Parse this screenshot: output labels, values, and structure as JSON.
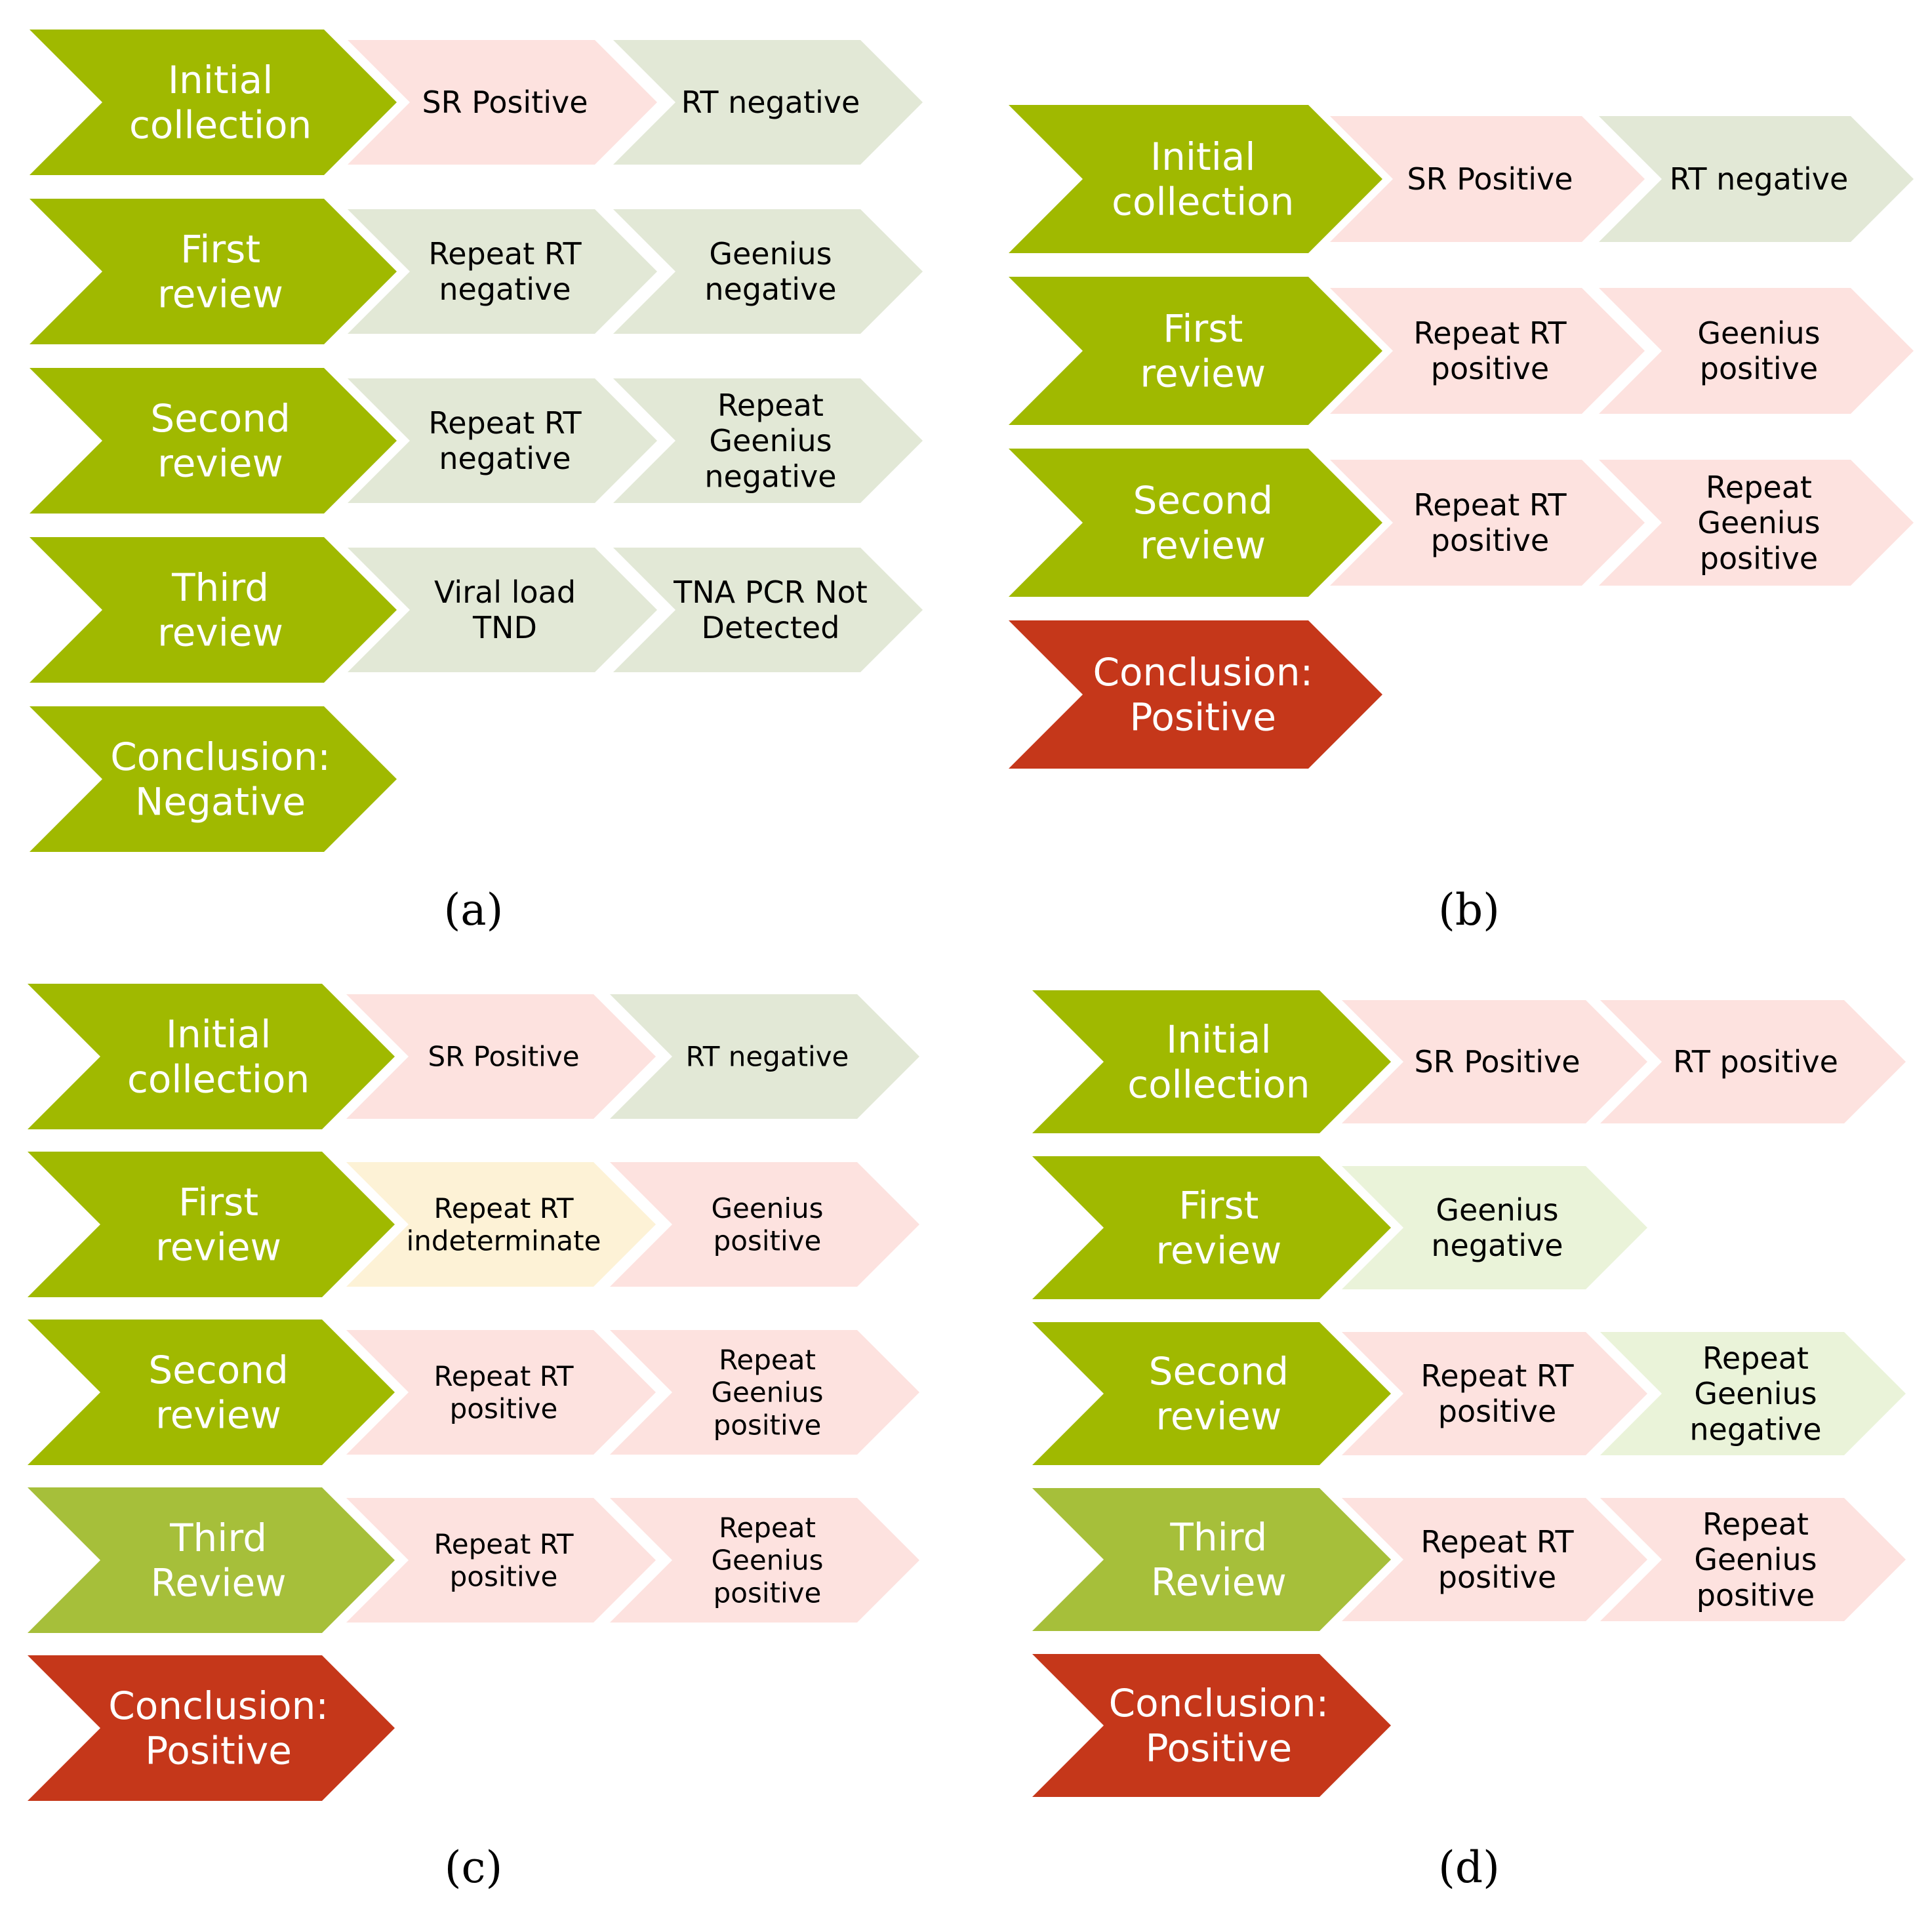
{
  "colors": {
    "green_stage": "#a0b900",
    "green_stage_light": "#a6bf3a",
    "red_conclusion": "#c5371a",
    "pink_positive": "#fde2df",
    "grey_negative": "#e2e8d6",
    "yellow_indeterminate": "#fdf2d6",
    "light_green_negative": "#eaf3d9",
    "stage_text": "#ffffff",
    "result_text": "#000000"
  },
  "panels": [
    {
      "id": "a",
      "label": "(a)",
      "rows": [
        {
          "stage": {
            "text": "Initial collection",
            "style": "green"
          },
          "results": [
            {
              "text": "SR Positive",
              "style": "pink"
            },
            {
              "text": "RT negative",
              "style": "grey"
            }
          ]
        },
        {
          "stage": {
            "text": "First review",
            "style": "green"
          },
          "results": [
            {
              "text": "Repeat RT negative",
              "style": "grey"
            },
            {
              "text": "Geenius negative",
              "style": "grey"
            }
          ]
        },
        {
          "stage": {
            "text": "Second review",
            "style": "green"
          },
          "results": [
            {
              "text": "Repeat RT negative",
              "style": "grey"
            },
            {
              "text": "Repeat Geenius negative",
              "style": "grey"
            }
          ]
        },
        {
          "stage": {
            "text": "Third review",
            "style": "green"
          },
          "results": [
            {
              "text": "Viral load TND",
              "style": "grey"
            },
            {
              "text": "TNA PCR Not Detected",
              "style": "grey"
            }
          ]
        },
        {
          "stage": {
            "text": "Conclusion: Negative",
            "style": "green"
          },
          "results": []
        }
      ]
    },
    {
      "id": "b",
      "label": "(b)",
      "rows": [
        {
          "stage": {
            "text": "Initial collection",
            "style": "green"
          },
          "results": [
            {
              "text": "SR Positive",
              "style": "pink"
            },
            {
              "text": "RT negative",
              "style": "grey"
            }
          ]
        },
        {
          "stage": {
            "text": "First review",
            "style": "green"
          },
          "results": [
            {
              "text": "Repeat RT positive",
              "style": "pink"
            },
            {
              "text": "Geenius positive",
              "style": "pink"
            }
          ]
        },
        {
          "stage": {
            "text": "Second review",
            "style": "green"
          },
          "results": [
            {
              "text": "Repeat RT positive",
              "style": "pink"
            },
            {
              "text": "Repeat Geenius positive",
              "style": "pink"
            }
          ]
        },
        {
          "stage": {
            "text": "Conclusion: Positive",
            "style": "red"
          },
          "results": []
        }
      ]
    },
    {
      "id": "c",
      "label": "(c)",
      "rows": [
        {
          "stage": {
            "text": "Initial collection",
            "style": "green"
          },
          "results": [
            {
              "text": "SR Positive",
              "style": "pink"
            },
            {
              "text": "RT negative",
              "style": "grey"
            }
          ]
        },
        {
          "stage": {
            "text": "First review",
            "style": "green"
          },
          "results": [
            {
              "text": "Repeat RT indeterminate",
              "style": "yellow"
            },
            {
              "text": "Geenius positive",
              "style": "pink"
            }
          ]
        },
        {
          "stage": {
            "text": "Second review",
            "style": "green"
          },
          "results": [
            {
              "text": "Repeat RT positive",
              "style": "pink"
            },
            {
              "text": "Repeat Geenius positive",
              "style": "pink"
            }
          ]
        },
        {
          "stage": {
            "text": "Third Review",
            "style": "green_light"
          },
          "results": [
            {
              "text": "Repeat RT positive",
              "style": "pink"
            },
            {
              "text": "Repeat Geenius positive",
              "style": "pink"
            }
          ]
        },
        {
          "stage": {
            "text": "Conclusion: Positive",
            "style": "red"
          },
          "results": []
        }
      ]
    },
    {
      "id": "d",
      "label": "(d)",
      "rows": [
        {
          "stage": {
            "text": "Initial collection",
            "style": "green"
          },
          "results": [
            {
              "text": "SR Positive",
              "style": "pink"
            },
            {
              "text": "RT positive",
              "style": "pink"
            }
          ]
        },
        {
          "stage": {
            "text": "First review",
            "style": "green"
          },
          "results": [
            {
              "text": "Geenius negative",
              "style": "lightgreen"
            }
          ]
        },
        {
          "stage": {
            "text": "Second review",
            "style": "green"
          },
          "results": [
            {
              "text": "Repeat RT positive",
              "style": "pink"
            },
            {
              "text": "Repeat Geenius negative",
              "style": "lightgreen"
            }
          ]
        },
        {
          "stage": {
            "text": "Third Review",
            "style": "green_light"
          },
          "results": [
            {
              "text": "Repeat RT positive",
              "style": "pink"
            },
            {
              "text": "Repeat Geenius positive",
              "style": "pink"
            }
          ]
        },
        {
          "stage": {
            "text": "Conclusion: Positive",
            "style": "red"
          },
          "results": []
        }
      ]
    }
  ]
}
